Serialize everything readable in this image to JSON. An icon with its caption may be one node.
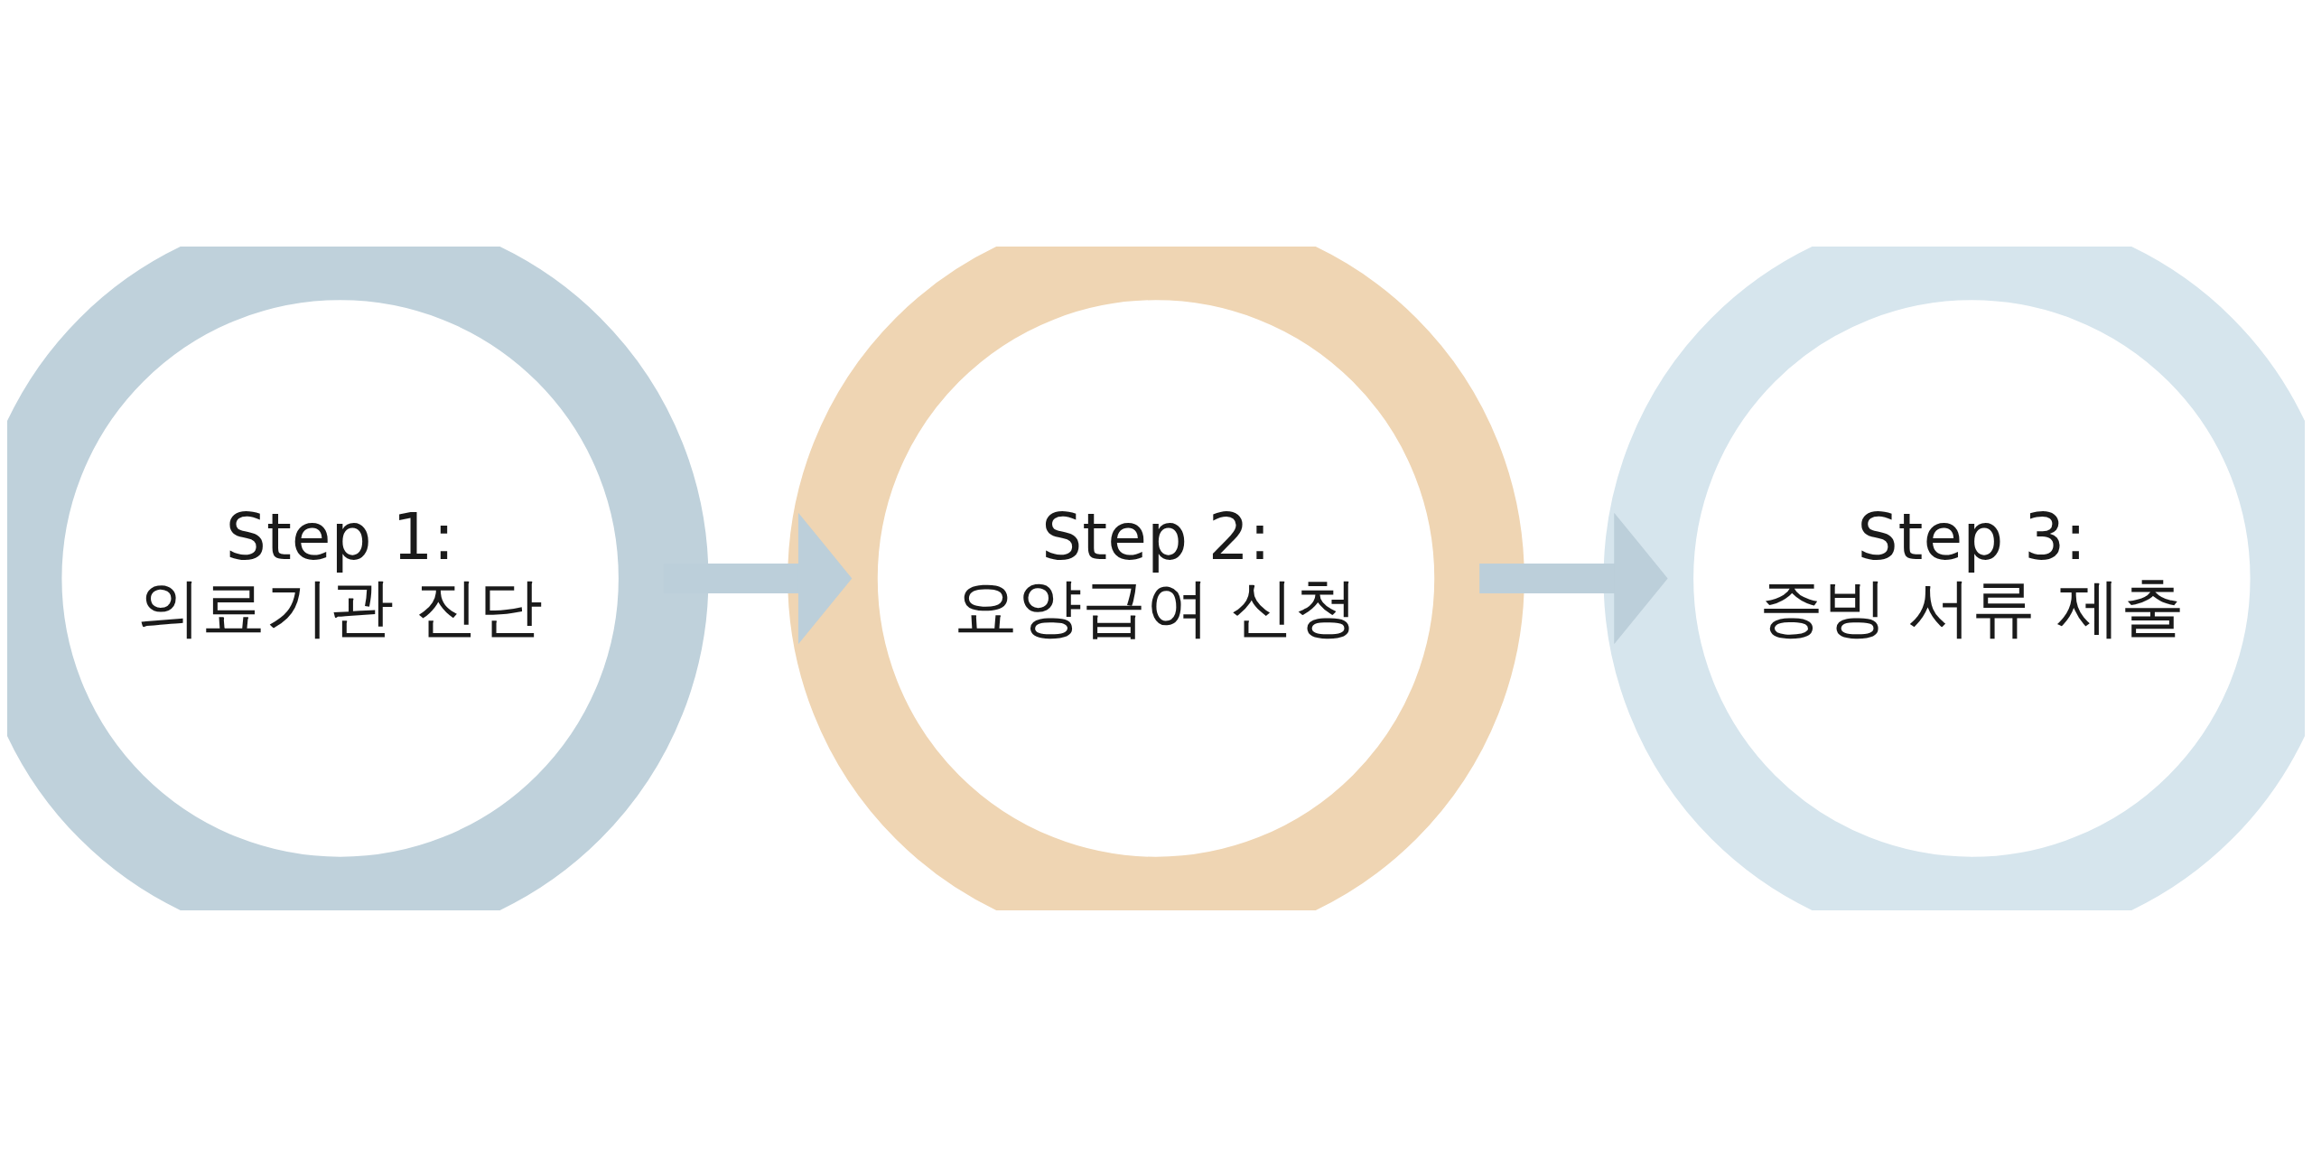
{
  "diagram": {
    "nodes": [
      {
        "text": [
          "Step 1:",
          "의료기관 진단"
        ]
      },
      {
        "text": [
          "Step 2:",
          "요양급여 신청"
        ]
      },
      {
        "text": [
          "Step 3:",
          "증빙 서류 제출"
        ]
      }
    ],
    "edges": [
      {
        "from": 0,
        "to": 1,
        "arrow": "to"
      },
      {
        "from": 1,
        "to": 2,
        "arrow": "to"
      }
    ]
  }
}
